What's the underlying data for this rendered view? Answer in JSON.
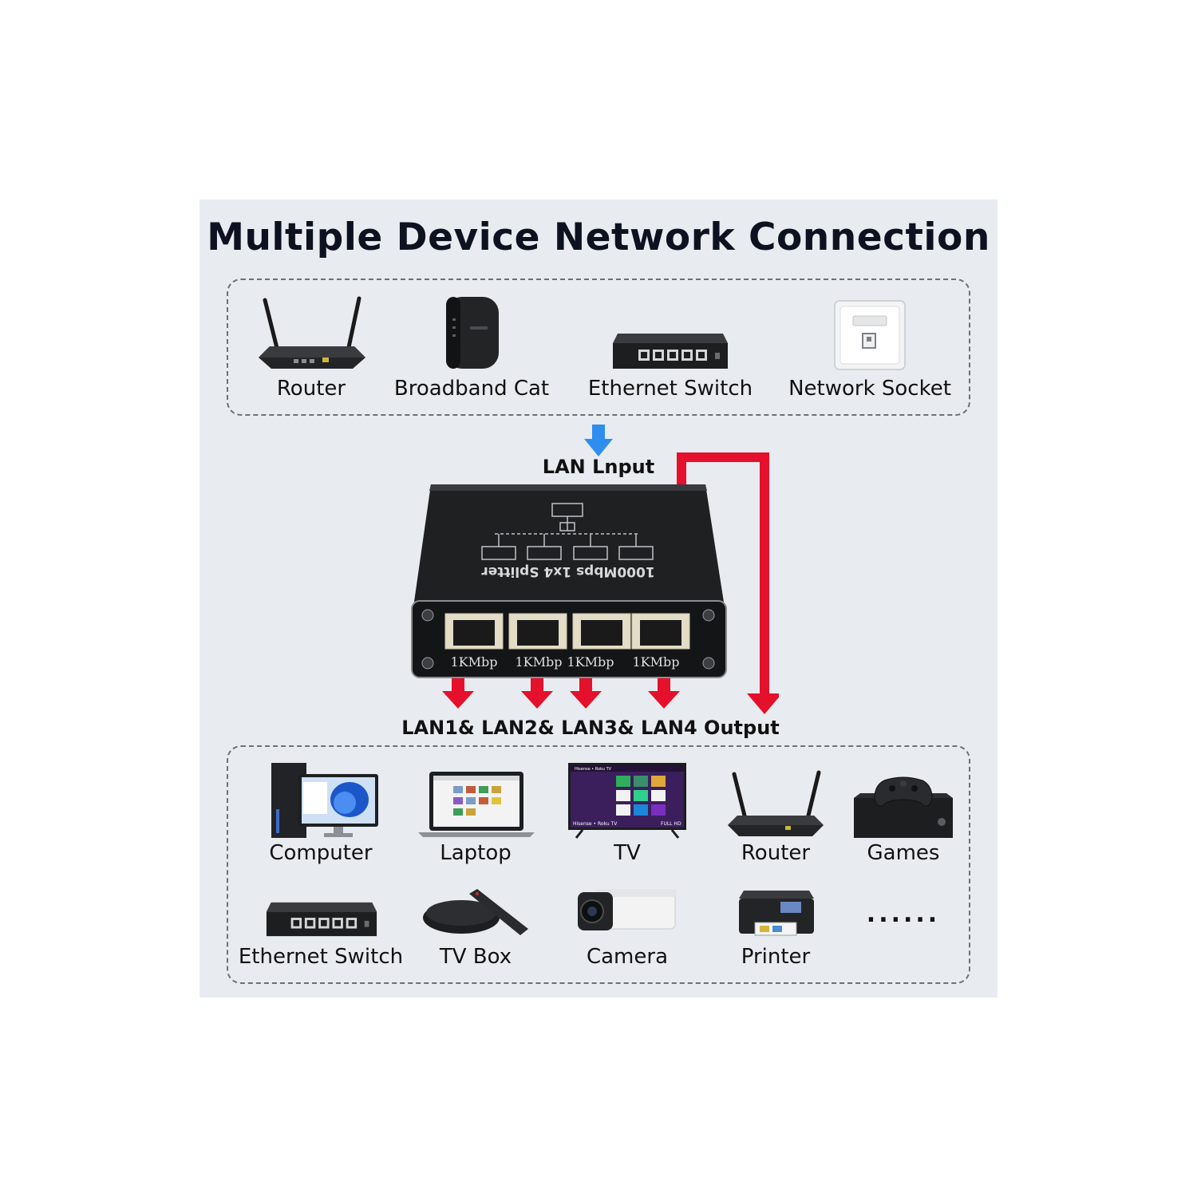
{
  "title": "Multiple Device Network Connection",
  "inputs": [
    {
      "label": "Router",
      "icon": "router-icon"
    },
    {
      "label": "Broadband Cat",
      "icon": "modem-icon"
    },
    {
      "label": "Ethernet Switch",
      "icon": "ethernet-switch-icon"
    },
    {
      "label": "Network Socket",
      "icon": "wall-socket-icon"
    }
  ],
  "lan_input_label": "LAN Lnput",
  "splitter": {
    "model_text": "1000Mbps 1x4 Splitter",
    "ports": [
      "1KMbp",
      "1KMbp",
      "1KMbp",
      "1KMbp"
    ]
  },
  "lan_output_label": "LAN1& LAN2& LAN3& LAN4 Output",
  "outputs": [
    {
      "label": "Computer",
      "icon": "computer-icon"
    },
    {
      "label": "Laptop",
      "icon": "laptop-icon"
    },
    {
      "label": "TV",
      "icon": "tv-icon"
    },
    {
      "label": "Router",
      "icon": "router-icon"
    },
    {
      "label": "Games",
      "icon": "game-console-icon"
    },
    {
      "label": "Ethernet Switch",
      "icon": "ethernet-switch-icon"
    },
    {
      "label": "TV Box",
      "icon": "tv-box-icon"
    },
    {
      "label": "Camera",
      "icon": "camera-icon"
    },
    {
      "label": "Printer",
      "icon": "printer-icon"
    },
    {
      "label": "......",
      "icon": "more-icon"
    }
  ],
  "tv_screen": {
    "brand_top": "Hisense • Roku TV",
    "brand_bottom": "Hisense • Roku TV",
    "badge": "FULL HD"
  },
  "colors": {
    "panel": "#e8ebef",
    "input_arrow": "#2f8df0",
    "output_arrow": "#e5102b",
    "device": "#1c1d1f"
  }
}
